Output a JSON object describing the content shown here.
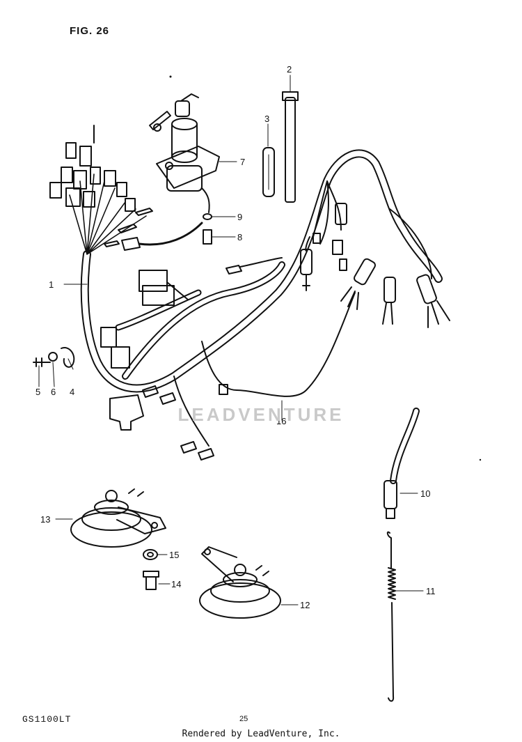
{
  "figure_title": "FIG. 26",
  "model_code": "GS1100LT",
  "page_number": "25",
  "watermark": "LEADVENTURE",
  "credit": "Rendered by LeadVenture, Inc.",
  "callouts": [
    "1",
    "2",
    "3",
    "4",
    "5",
    "6",
    "7",
    "8",
    "9",
    "10",
    "11",
    "12",
    "13",
    "14",
    "15",
    "16"
  ]
}
